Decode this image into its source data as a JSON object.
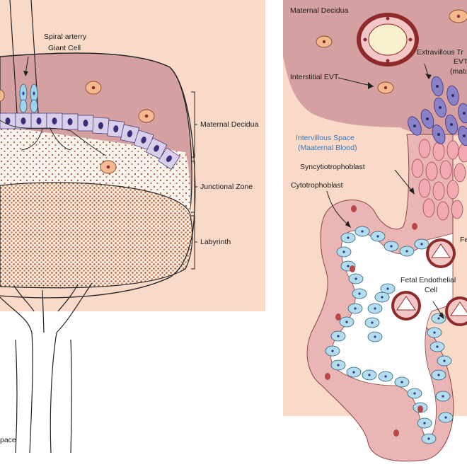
{
  "left_panel": {
    "labels": {
      "spiral_artery": "Spiral arterry",
      "giant_cell": "Giant Cell",
      "maternal_decidua": "Maternal Decidua",
      "junctional_zone": "Junctional Zone",
      "labyrinth": "Labyrinth",
      "space_fragment": "pace"
    }
  },
  "right_panel": {
    "labels": {
      "maternal_decidua": "Maternal Decidua",
      "interstitial_evt": "Interstitial EVT",
      "extravillous_line1": "Extravillous Tr",
      "extravillous_line2": "EVT",
      "extravillous_line3": "(matu",
      "intervillous_line1": "Intervillous Space",
      "intervillous_line2": "(Maaternal Blood)",
      "syncytiotrophoblast": "Syncytiotrophoblast",
      "cytotrophoblast": "Cytotrophoblast",
      "fetal_endothelial_line1": "Fetal Endothelial",
      "fetal_endothelial_line2": "Cell",
      "fetal_fragment": "Fe"
    }
  },
  "colors": {
    "peach_background": "#f9d9c8",
    "decidua_pink": "#d4a0a1",
    "villus_pink": "#eab5b5",
    "cytotrophoblast_blue": "#b3dcec",
    "evt_purple": "#8a82c6",
    "syncytio_pink": "#f3aab2",
    "nucleus_dark": "#2a3a8a",
    "label_blue": "#3a78b8"
  }
}
